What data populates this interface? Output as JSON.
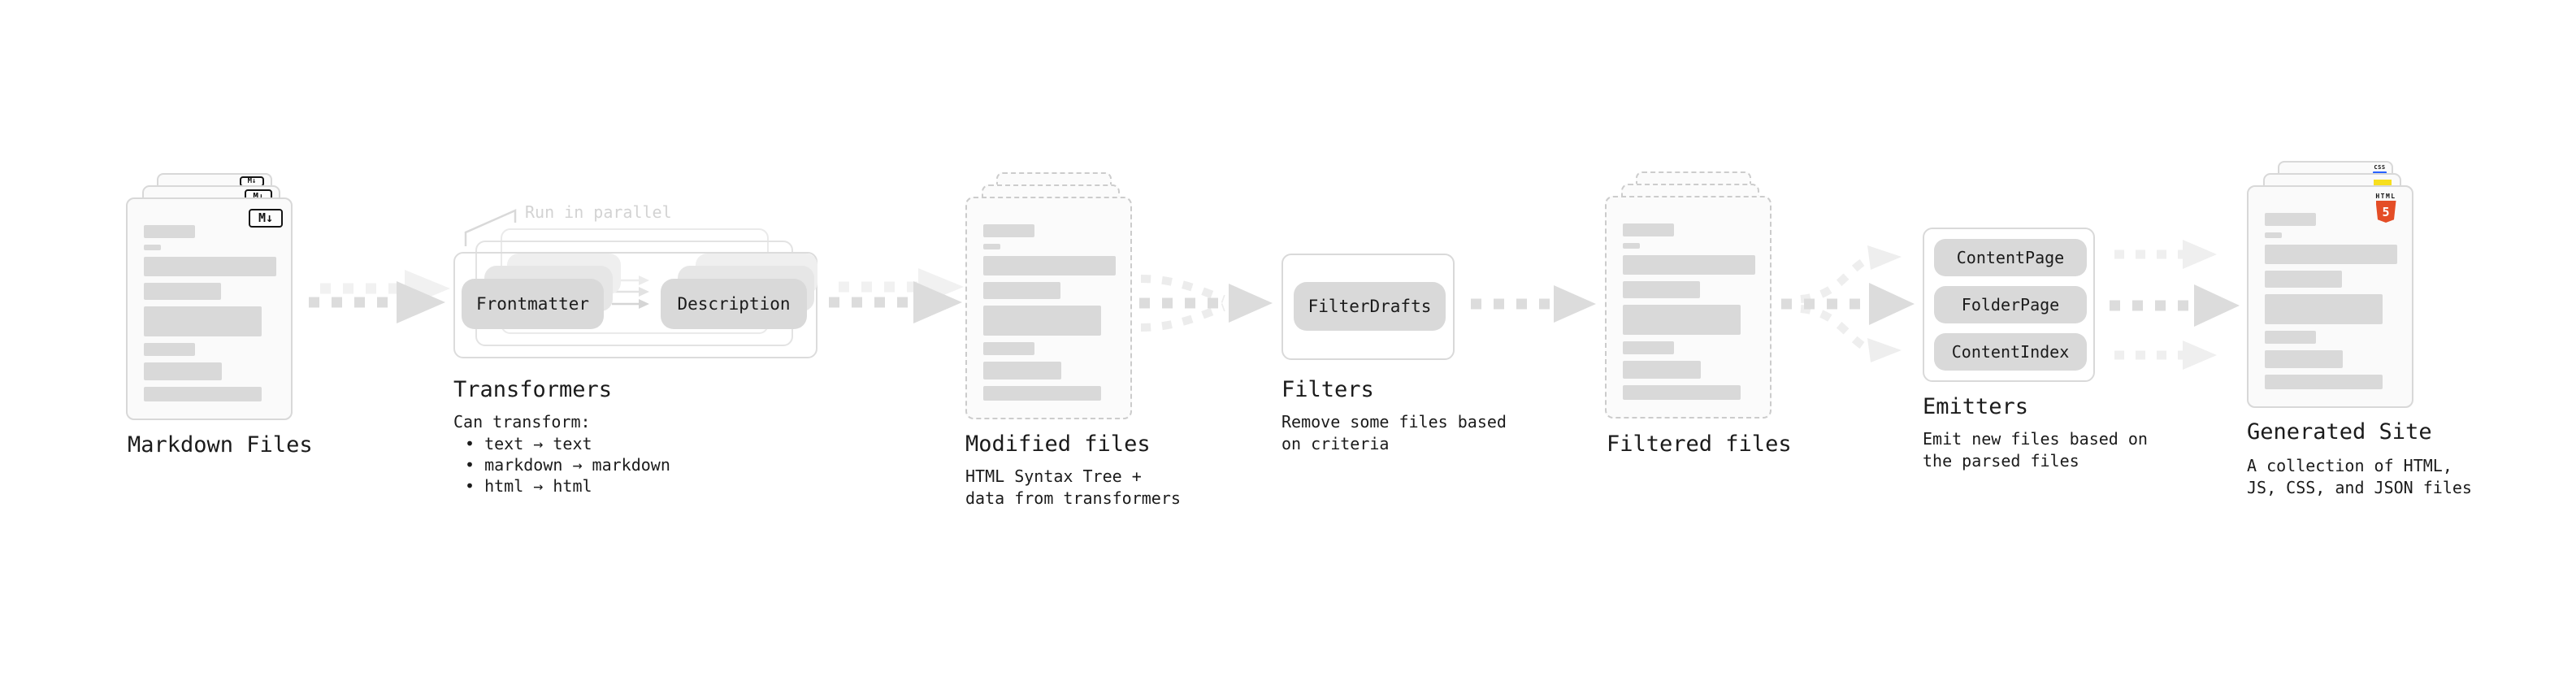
{
  "diagram": {
    "markdown_files": {
      "title": "Markdown Files",
      "badge": "M↓"
    },
    "transformers": {
      "parallel_note": "Run in parallel",
      "input_pill": "Frontmatter",
      "output_pill": "Description",
      "title": "Transformers",
      "desc_heading": "Can transform:",
      "bullets": [
        "• text → text",
        "• markdown → markdown",
        "• html → html"
      ]
    },
    "modified_files": {
      "title": "Modified files",
      "desc_line1": "HTML Syntax Tree +",
      "desc_line2": "data from transformers"
    },
    "filters": {
      "pill": "FilterDrafts",
      "title": "Filters",
      "desc_line1": "Remove some files based",
      "desc_line2": "on criteria"
    },
    "filtered_files": {
      "title": "Filtered files"
    },
    "emitters": {
      "pills": [
        "ContentPage",
        "FolderPage",
        "ContentIndex"
      ],
      "title": "Emitters",
      "desc_line1": "Emit new files based on",
      "desc_line2": "the parsed files"
    },
    "generated_site": {
      "title": "Generated Site",
      "desc_line1": "A collection of HTML,",
      "desc_line2": "JS, CSS, and JSON files",
      "css_badge_label": "CSS",
      "html_badge_word": "HTML",
      "html_badge_number": "5"
    }
  },
  "colors": {
    "background": "#ffffff",
    "card_fill": "#fafafa",
    "card_border": "#d8d8d8",
    "dashed_border": "#cccccc",
    "bar_gray": "#d9d9d9",
    "pill_gray": "#d9d9d9",
    "arrow_gray": "#dcdcdc",
    "arrow_ghost": "#efefef",
    "text_dark": "#1b1b1b",
    "muted_label": "#d3d3d3",
    "html5_orange": "#e44d26",
    "js_yellow": "#f7df1e",
    "css_blue": "#2962ff"
  }
}
